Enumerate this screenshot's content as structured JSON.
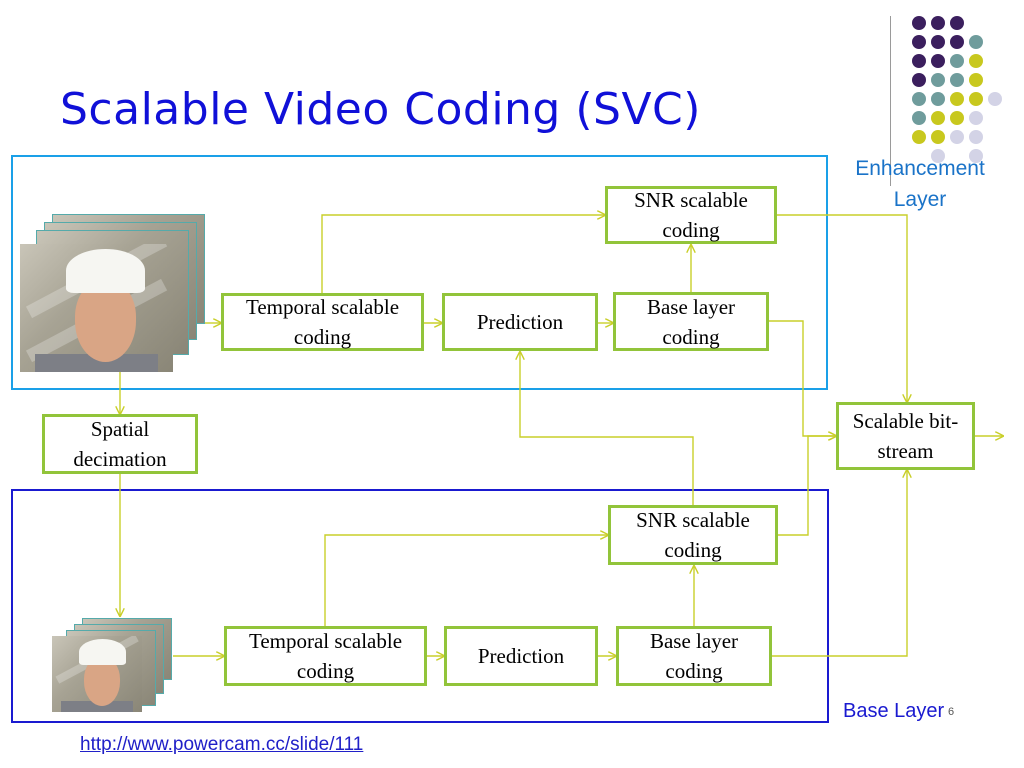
{
  "slide": {
    "title": "Scalable Video Coding (SVC)",
    "source_link": "http://www.powercam.cc/slide/111",
    "slide_number": "6"
  },
  "layers": {
    "enhancement_label": "Enhancement Layer",
    "base_label": "Base Layer"
  },
  "enhancement": {
    "snr": "SNR scalable coding",
    "temporal": "Temporal scalable  coding",
    "prediction": "Prediction",
    "base_coding": "Base layer coding"
  },
  "middle": {
    "spatial": "Spatial decimation",
    "bitstream": "Scalable bit-stream"
  },
  "base": {
    "snr": "SNR scalable coding",
    "temporal": "Temporal scalable  coding",
    "prediction": "Prediction",
    "base_coding": "Base layer coding"
  },
  "colors": {
    "title": "#1010d8",
    "box_border": "#92c43a",
    "arrow": "#c9cf2a",
    "enhancement_frame": "#1aa0e8",
    "base_frame": "#1a1ad0",
    "dot_purple": "#3b1f5e",
    "dot_teal": "#6f9c9c",
    "dot_yellow": "#c8c81e",
    "dot_lavender": "#d3d3e6"
  }
}
